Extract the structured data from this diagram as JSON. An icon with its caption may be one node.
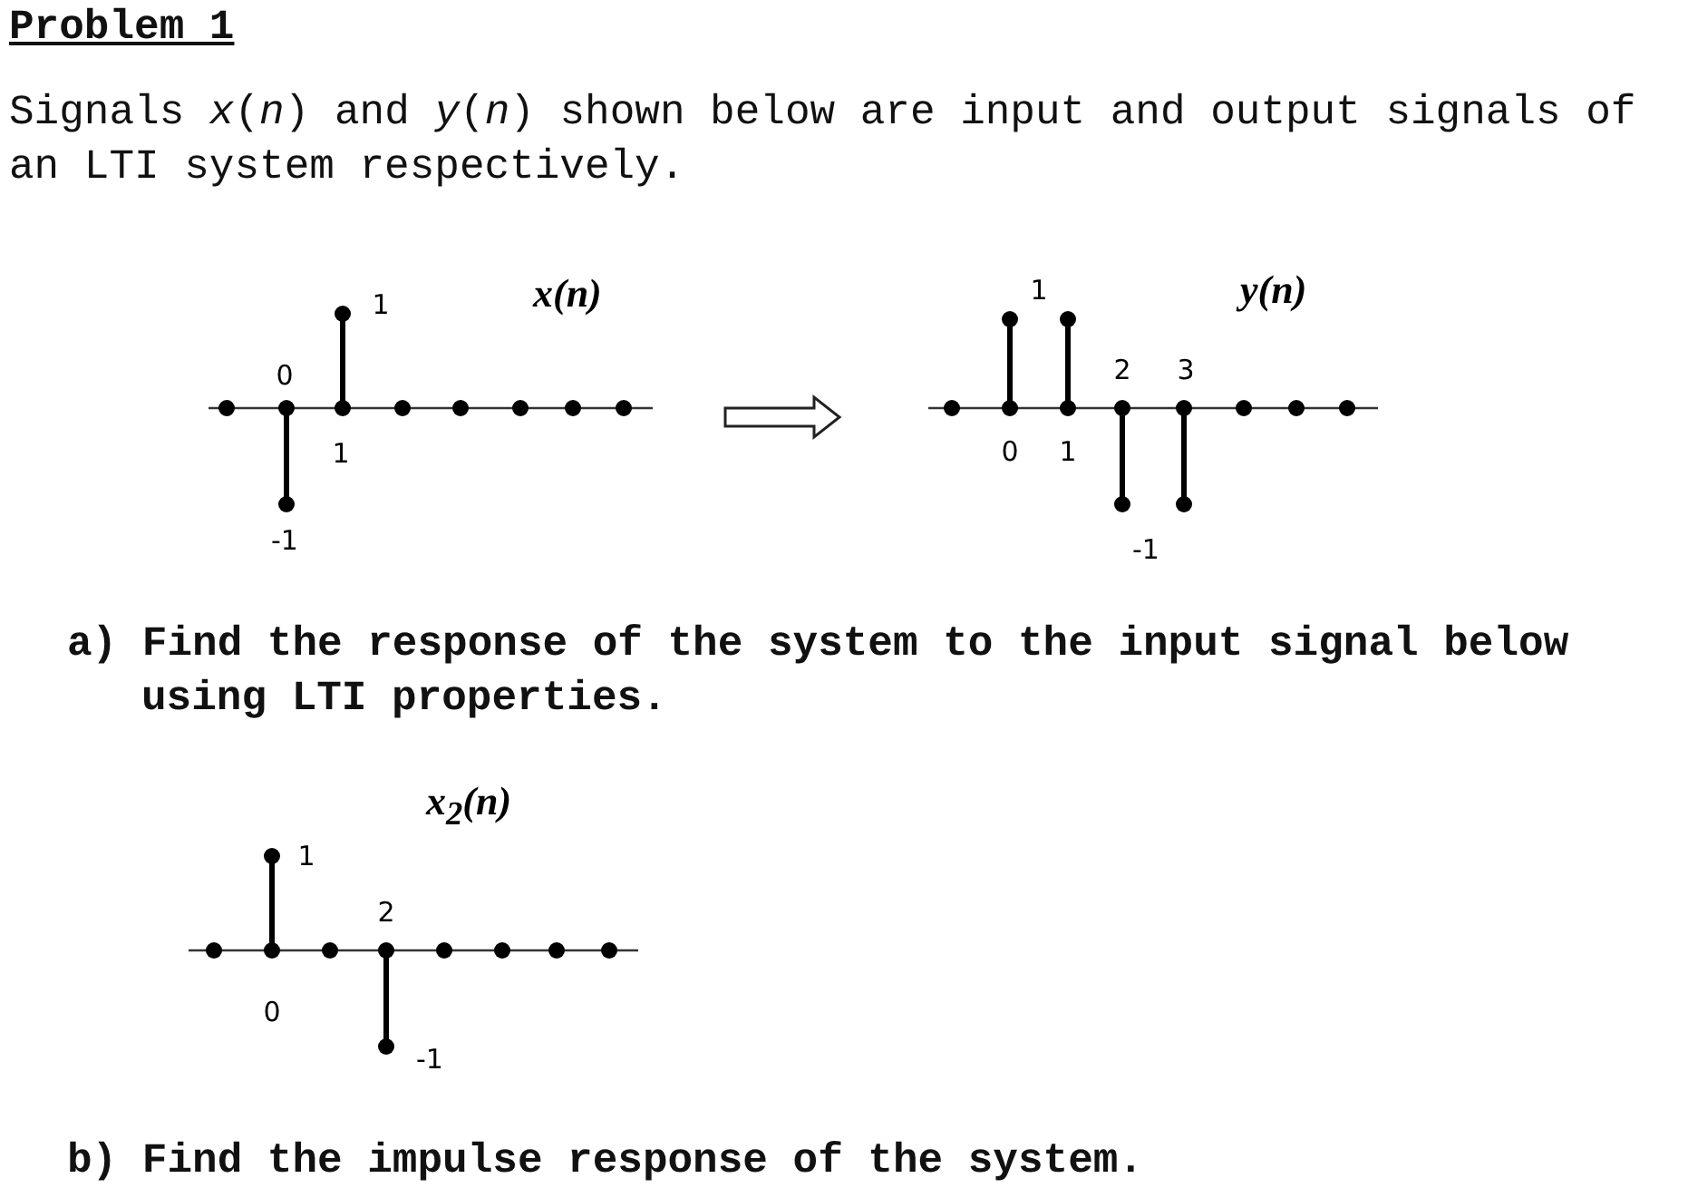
{
  "diagram": {
    "nodes": [
      {
        "text": [
          "x(n)",
          "1",
          "0",
          "1",
          "-1"
        ]
      },
      {
        "text": [
          "y(n)",
          "1",
          "2",
          "3",
          "0",
          "1",
          "-1"
        ]
      },
      {
        "text": [
          "x$_{2}$(n)",
          "1",
          "2",
          "0",
          "-1"
        ]
      }
    ],
    "edges": [
      {
        "from": 0,
        "to": 1,
        "arrow": "to"
      }
    ],
    "labels": [
      "Problem 1",
      "Signals *x*(*n*) and *y*(*n*) shown below are input and output signals of an LTI system respectively.",
      "a) Find the response of the system to the input signal below using LTI properties.",
      "b) Find the impulse response of the system."
    ]
  }
}
